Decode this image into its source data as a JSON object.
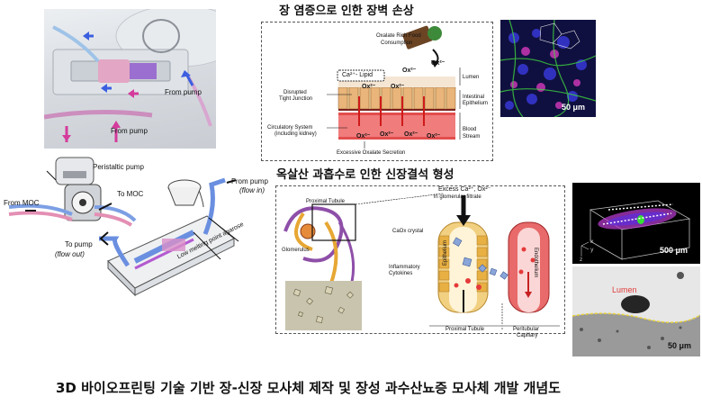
{
  "caption": "3D 바이오프린팅 기술 기반 장-신장 모사체 제작 및 장성 과수산뇨증 모사체 개발 개념도",
  "chip_photo": {
    "from_pump_right": "From pump",
    "from_pump_bottom": "From pump"
  },
  "schematic": {
    "peristaltic_pump": "Peristaltic pump",
    "from_moc": "From MOC",
    "to_moc": "To MOC",
    "from_pump": "From pump",
    "flow_in": "(flow in)",
    "to_pump": "To pump",
    "flow_out": "(flow out)",
    "agarose": "Low melting point agarose"
  },
  "gut_panel": {
    "title": "장 염증으로 인한 장벽 손상",
    "food_label_1": "Oxalate Rich Food",
    "food_label_2": "Consumption",
    "lipid_label": "Ca²⁺- Lipid",
    "ox": "Ox²⁻",
    "lumen": "Lumen",
    "epithelium_1": "Intestinal",
    "epithelium_2": "Epithelium",
    "blood_1": "Blood",
    "blood_2": "Stream",
    "tight_1": "Disrupted",
    "tight_2": "Tight Junction",
    "circ_1": "Circulatory System",
    "circ_2": "(including kidney)",
    "secretion": "Excessive Oxalate Secretion"
  },
  "gut_micrograph": {
    "scale": "50 μm"
  },
  "kidney_panel": {
    "title": "옥살산 과흡수로 인한 신장결석 형성",
    "proximal_tubule_top": "Proximal Tubule",
    "glomerulus": "Glomerulus",
    "excess_1": "Excess Ca²⁺, Ox²⁻",
    "excess_2": "in glomerular filtrate",
    "caox": "CaOx crystal",
    "inflam_1": "Inflammatory",
    "inflam_2": "Cytokines",
    "epithelium": "Epithelium",
    "endothelium": "Endothelium",
    "proximal_tubule_bottom": "Proximal Tubule",
    "peritubular_1": "Peritubular",
    "peritubular_2": "Capillary"
  },
  "kidney_3d": {
    "scale": "500 μm",
    "axis_x": "x",
    "axis_y": "y",
    "axis_z": "z"
  },
  "kidney_histology": {
    "lumen": "Lumen",
    "scale": "50 μm"
  }
}
